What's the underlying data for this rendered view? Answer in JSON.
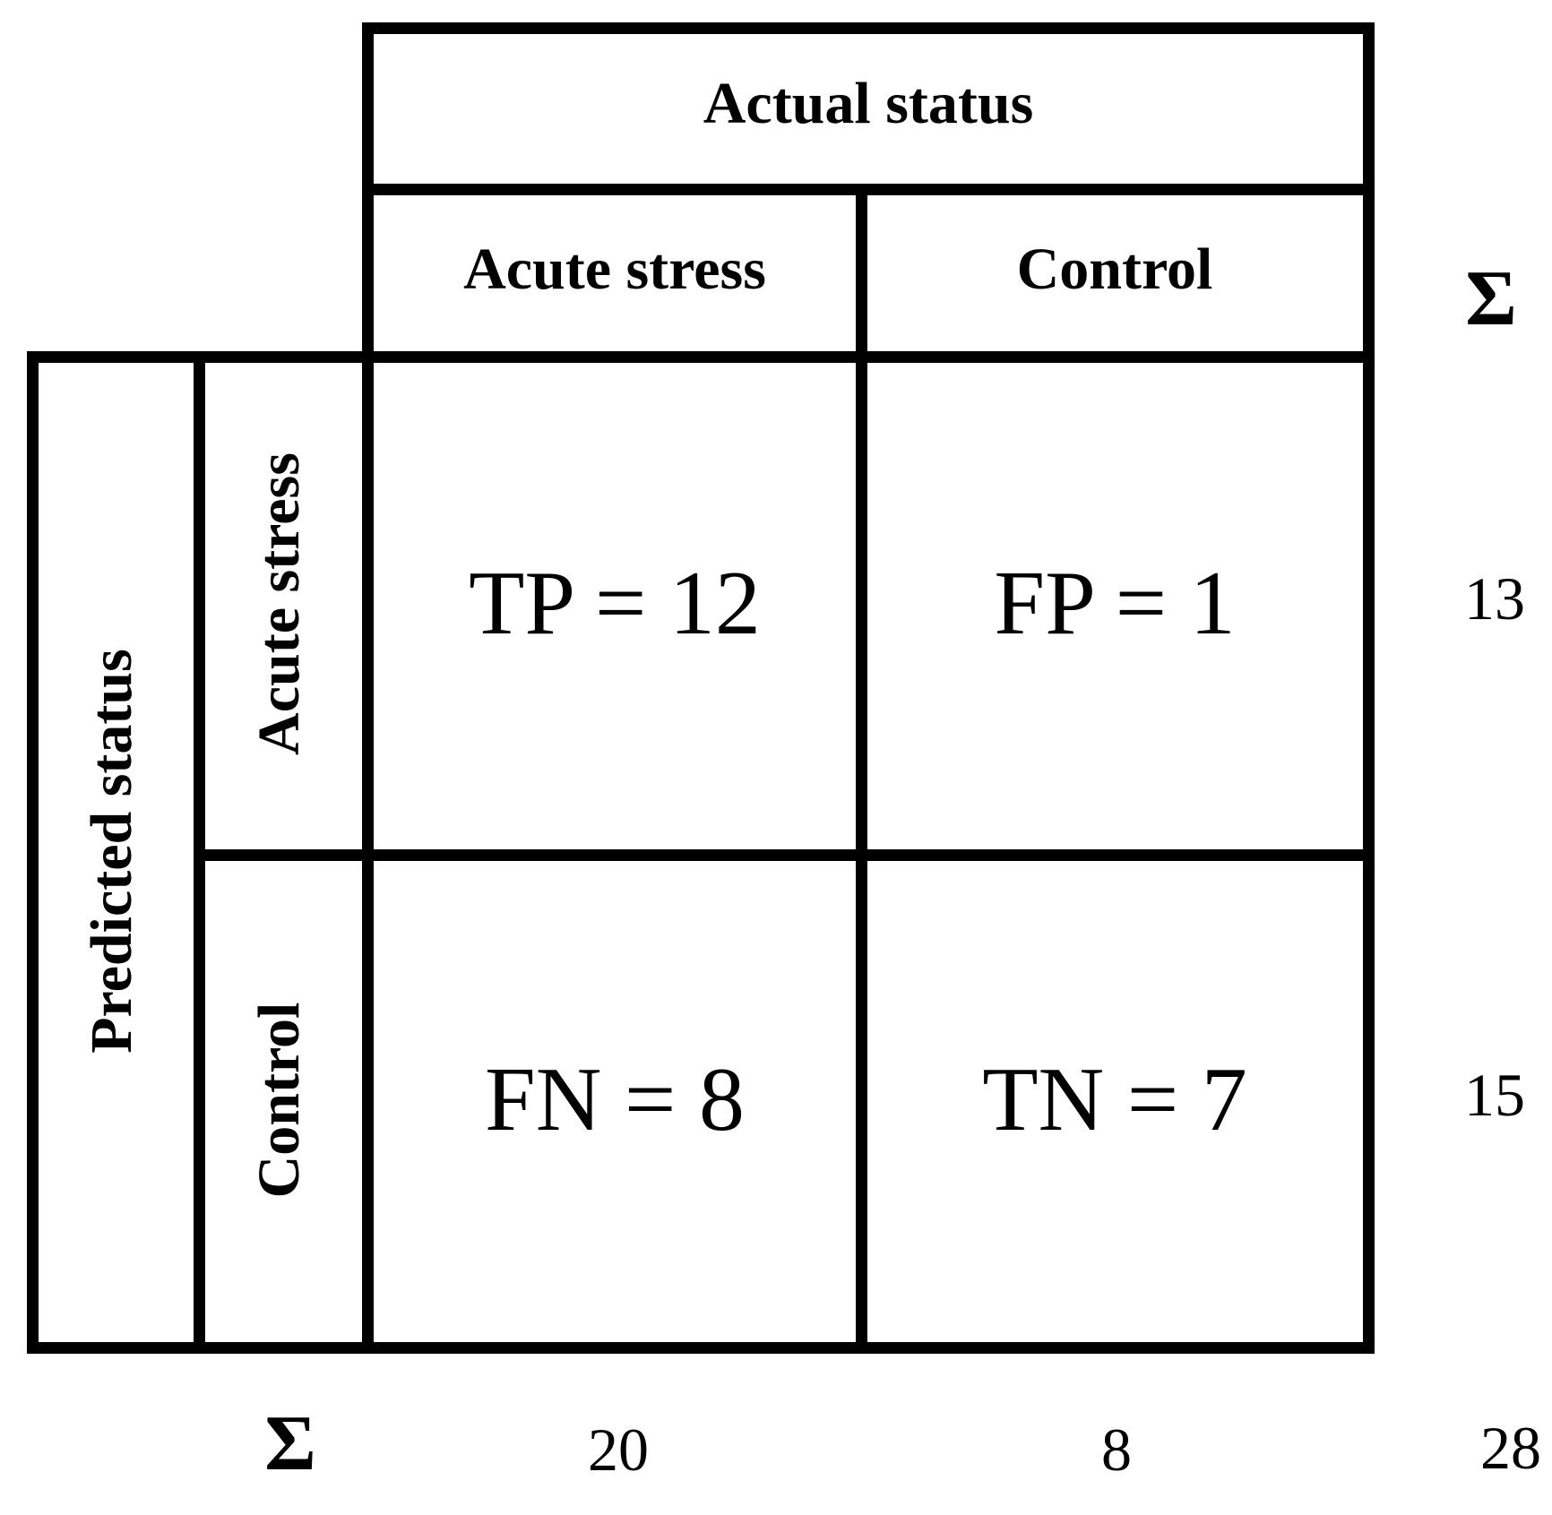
{
  "figure": {
    "axes": {
      "actual": "Actual status",
      "predicted": "Predicted status"
    },
    "sigma": "Σ",
    "col_headers": [
      "Acute stress",
      "Control"
    ],
    "row_headers": [
      "Acute stress",
      "Control"
    ],
    "cells": {
      "tp": "TP = 12",
      "fp": "FP = 1",
      "fn": "FN = 8",
      "tn": "TN = 7"
    },
    "row_sums": [
      "13",
      "15"
    ],
    "col_sums": [
      "20",
      "8"
    ],
    "total": "28",
    "colors": {
      "ink": "#000000",
      "background": "#ffffff"
    }
  },
  "chart_data": {
    "type": "table",
    "title": "Confusion matrix",
    "col_axis_label": "Actual status",
    "row_axis_label": "Predicted status",
    "columns": [
      "Acute stress",
      "Control"
    ],
    "rows": [
      "Acute stress",
      "Control"
    ],
    "values": [
      [
        12,
        1
      ],
      [
        8,
        7
      ]
    ],
    "cell_labels": [
      [
        "TP = 12",
        "FP = 1"
      ],
      [
        "FN = 8",
        "TN = 7"
      ]
    ],
    "row_sums": [
      13,
      15
    ],
    "col_sums": [
      20,
      8
    ],
    "total": 28,
    "sum_symbol": "Σ"
  }
}
